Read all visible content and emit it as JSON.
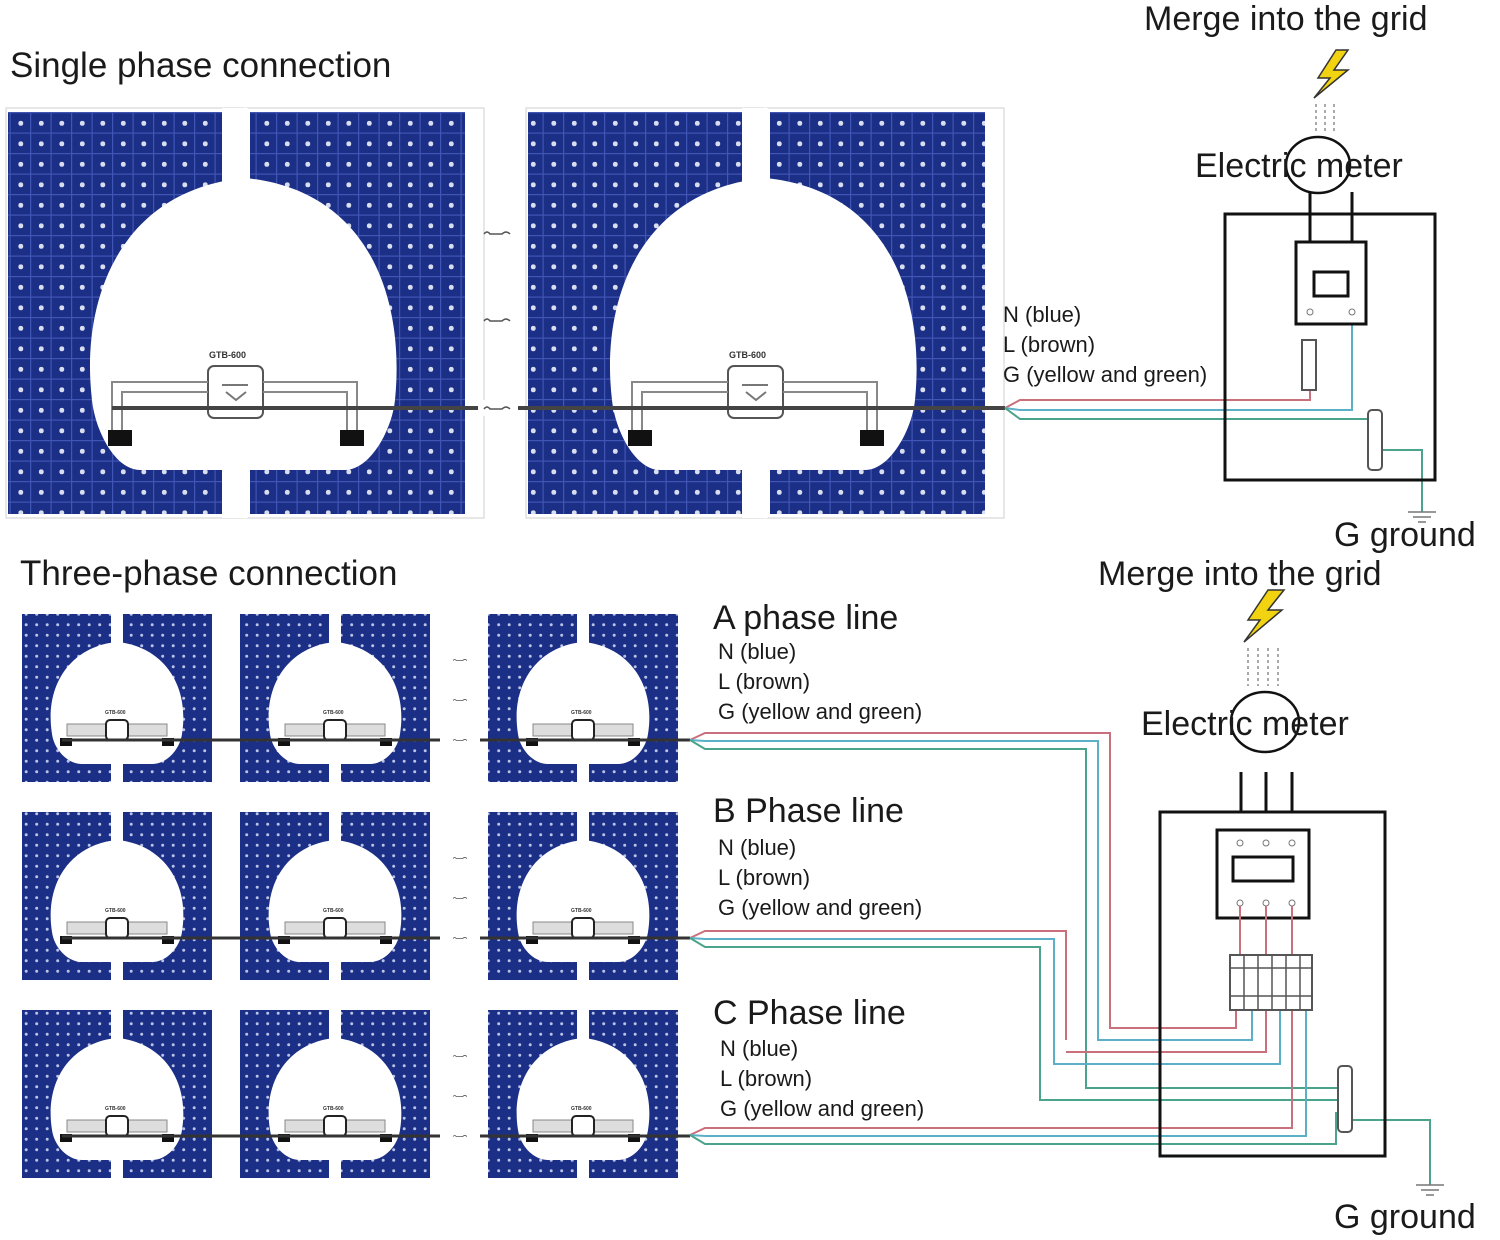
{
  "single_phase": {
    "title": "Single phase connection",
    "inverter_model": "GTB-600",
    "panel_pairs": 2,
    "wire_legend": [
      "N (blue)",
      "L (brown)",
      "G (yellow and  green)"
    ],
    "merge_label": "Merge into the grid",
    "meter_label": "Electric meter",
    "ground_label": "G ground"
  },
  "three_phase": {
    "title": "Three-phase connection",
    "inverter_model": "GTB-600",
    "rows": [
      {
        "phase_label": "A phase line",
        "wire_legend": [
          "N (blue)",
          "L (brown)",
          "G (yellow and  green)"
        ]
      },
      {
        "phase_label": "B Phase line",
        "wire_legend": [
          "N (blue)",
          "L (brown)",
          "G (yellow and  green)"
        ]
      },
      {
        "phase_label": "C Phase line",
        "wire_legend": [
          "N (blue)",
          "L (brown)",
          "G (yellow and  green)"
        ]
      }
    ],
    "merge_label": "Merge into the grid",
    "meter_label": "Electric meter",
    "ground_label": "G ground"
  },
  "colors": {
    "panel": "#1c2f86",
    "cell_dot": "#d8def0",
    "wire_live": "#c9707c",
    "wire_neutral": "#5bb0c8",
    "wire_ground": "#4aa38a",
    "lightning": "#f2d311",
    "outline": "#1a1a1a"
  }
}
